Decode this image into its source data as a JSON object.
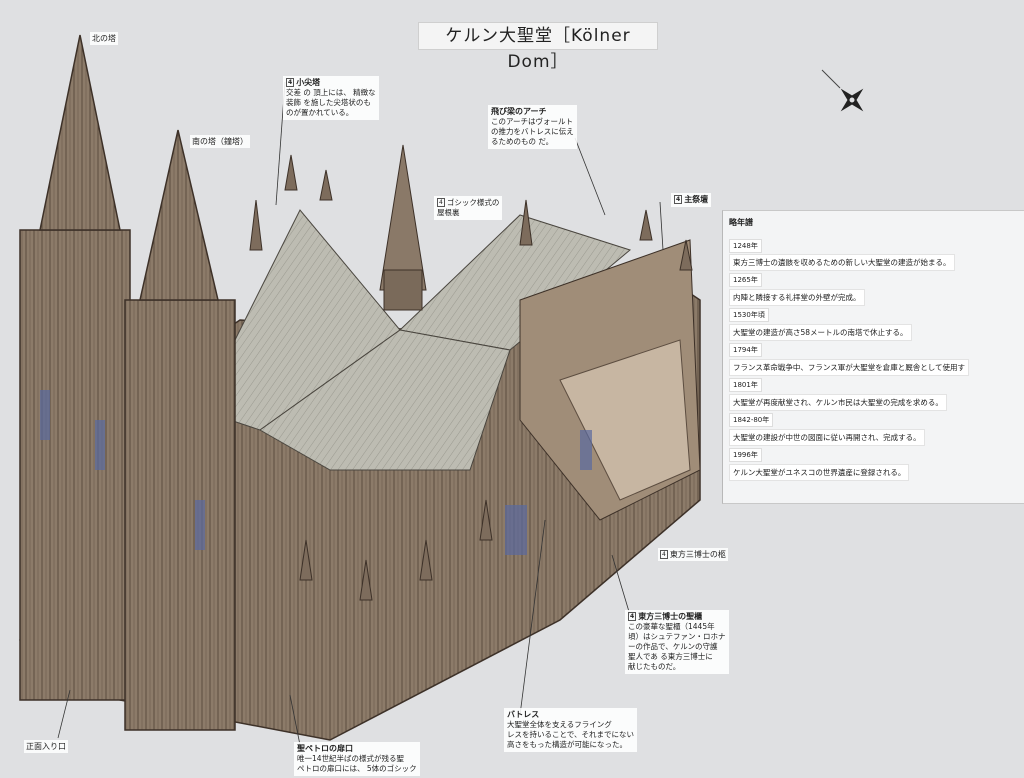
{
  "title": "ケルン大聖堂［Kölner Dom］",
  "labels": {
    "north_tower": "北の塔",
    "south_tower": "南の塔（鐘塔）",
    "south_entrance": "正面入り口",
    "shrine": "東方三博士の柩"
  },
  "callouts": {
    "small_tower": {
      "badge": "4",
      "head": "小尖塔",
      "lines": [
        "交差 の 頂上には、 精緻な",
        "装飾 を施した尖塔状のも",
        "のが置かれている。"
      ]
    },
    "flying_arch": {
      "head": "飛び梁のアーチ",
      "lines": [
        "このアーチはヴォールト",
        "の推力をバトレスに伝え",
        "るためのもの だ。"
      ]
    },
    "gothic_roof": {
      "badge": "4",
      "lines": [
        "ゴシック様式の",
        "屋根裏"
      ]
    },
    "choir": {
      "badge": "4",
      "head": "主祭壇"
    },
    "reliquary": {
      "badge": "4",
      "head": "東方三博士の聖櫃",
      "lines": [
        "この豪華な聖櫃（1445年",
        "頃）はシュテファン・ロホナ",
        "ーの作品で、ケルンの守護",
        "聖人であ る東方三博士に",
        "献じたものだ。"
      ]
    },
    "buttress": {
      "head": "バトレス",
      "lines": [
        "大聖堂全体を支えるフライング",
        "レスを持いることで、それまでにない",
        "高さをもった構造が可能になった。"
      ]
    },
    "st_peter_portal": {
      "head": "聖ペトロの扉口",
      "lines": [
        "唯一14世紀半ばの様式が残る聖",
        "ペトロの扉口には、 5体のゴシック"
      ]
    }
  },
  "timeline": {
    "title": "略年譜",
    "entries": [
      {
        "year": "1248年",
        "text": "東方三博士の遺骸を収めるための新しい大聖堂の建造が始まる。"
      },
      {
        "year": "1265年",
        "text": "内陣と隣接する礼拝堂の外壁が完成。"
      },
      {
        "year": "1530年頃",
        "text": "大聖堂の建造が高さ58メートルの南塔で休止する。"
      },
      {
        "year": "1794年",
        "text": "フランス革命戦争中、フランス軍が大聖堂を倉庫と厩舎として使用す"
      },
      {
        "year": "1801年",
        "text": "大聖堂が再度献堂され、ケルン市民は大聖堂の完成を求める。"
      },
      {
        "year": "1842-80年",
        "text": "大聖堂の建設が中世の図面に従い再開され、完成する。"
      },
      {
        "year": "1996年",
        "text": "ケルン大聖堂がユネスコの世界遺産に登録される。"
      }
    ]
  },
  "icons": {
    "compass": "compass-rose-icon"
  },
  "colors": {
    "background": "#dfe0e2",
    "stone": "#8a7a6a",
    "roof": "#b9b8ae",
    "window": "#5a6aa0"
  }
}
